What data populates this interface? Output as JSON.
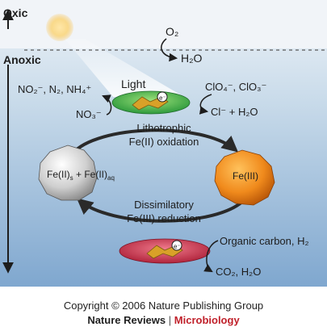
{
  "zones": {
    "oxic": "Oxic",
    "anoxic": "Anoxic"
  },
  "top": {
    "o2": "O₂",
    "h2o": "H₂O"
  },
  "light_cell": {
    "label": "Light",
    "electron": "e⁻",
    "left_products": "NO₂⁻, N₂, NH₄⁺",
    "left_reactant": "NO₃⁻",
    "right_reactants": "ClO₄⁻, ClO₃⁻",
    "right_products": "Cl⁻ + H₂O"
  },
  "processes": {
    "oxidation_line1": "Lithotrophic",
    "oxidation_line2": "Fe(II) oxidation",
    "reduction_line1": "Dissimilatory",
    "reduction_line2": "Fe(III) reduction"
  },
  "minerals": {
    "fe2_part1": "Fe(II)",
    "fe2_sub1": "s",
    "fe2_part2": " + Fe(II)",
    "fe2_sub2": "aq",
    "fe3": "Fe(III)"
  },
  "bottom_cell": {
    "electron": "e⁻",
    "reactant": "Organic carbon, H₂",
    "products": "CO₂, H₂O"
  },
  "footer": {
    "copyright": "Copyright © 2006 Nature Publishing Group",
    "publisher": "Nature Reviews",
    "separator": "|",
    "journal": "Microbiology"
  }
}
